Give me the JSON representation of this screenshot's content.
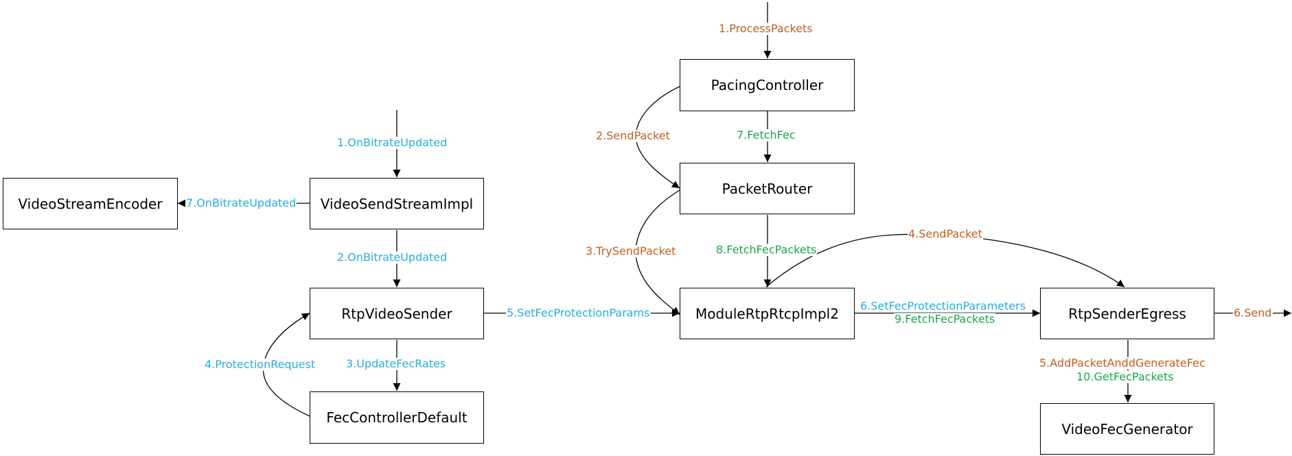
{
  "colors": {
    "blue": "#27aee0",
    "orange": "#bf5f1f",
    "green": "#19a64a",
    "line": "#000000"
  },
  "boxes": {
    "video_stream_encoder": "VideoStreamEncoder",
    "video_send_stream_impl": "VideoSendStreamImpl",
    "rtp_video_sender": "RtpVideoSender",
    "fec_controller_default": "FecControllerDefault",
    "pacing_controller": "PacingController",
    "packet_router": "PacketRouter",
    "module_rtp_rtcp_impl2": "ModuleRtpRtcpImpl2",
    "rtp_sender_egress": "RtpSenderEgress",
    "video_fec_generator": "VideoFecGenerator"
  },
  "labels": {
    "on_bitrate_updated_1": "1.OnBitrateUpdated",
    "on_bitrate_updated_7": "7.OnBitrateUpdated",
    "on_bitrate_updated_2": "2.OnBitrateUpdated",
    "update_fec_rates": "3.UpdateFecRates",
    "protection_request": "4.ProtectionRequest",
    "set_fec_protection_params": "5.SetFecProtectionParams",
    "process_packets": "1.ProcessPackets",
    "send_packet_2": "2.SendPacket",
    "fetch_fec": "7.FetchFec",
    "try_send_packet": "3.TrySendPacket",
    "fetch_fec_packets_8": "8.FetchFecPackets",
    "send_packet_4": "4.SendPacket",
    "set_fec_protection_parameters": "6.SetFecProtectionParameters",
    "fetch_fec_packets_9": "9.FetchFecPackets",
    "send_6": "6.Send",
    "add_packet_and_generate_fec": "5.AddPacketAnddGenerateFec",
    "get_fec_packets": "10.GetFecPackets"
  }
}
